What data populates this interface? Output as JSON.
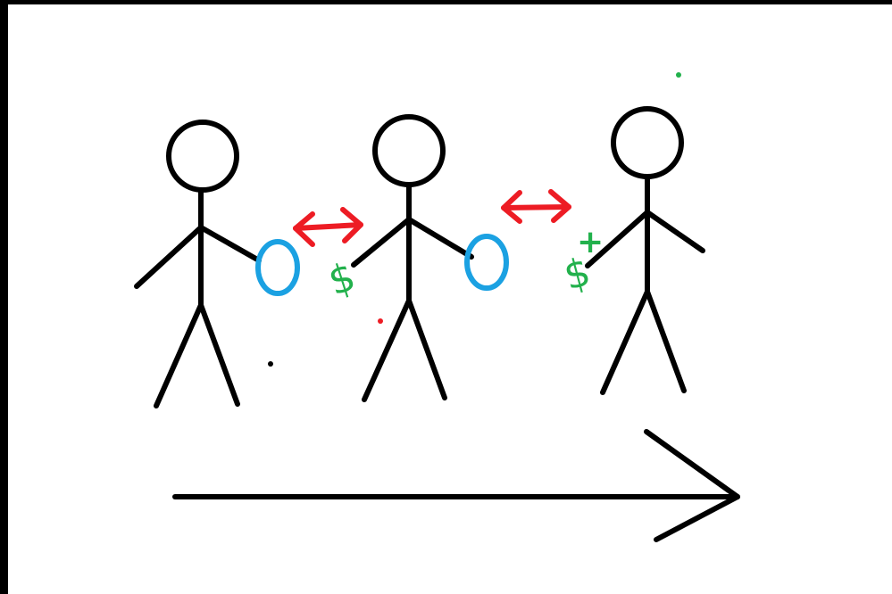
{
  "figures": [
    {
      "id": "person-1",
      "holds": "coin"
    },
    {
      "id": "person-2",
      "holds": "money-and-coin"
    },
    {
      "id": "person-3",
      "holds": "money"
    }
  ],
  "symbols": {
    "money": "$",
    "plus": "+"
  },
  "colors": {
    "ink": "#000000",
    "coin": "#1ba1e2",
    "exchange_arrow": "#ed1c24",
    "money": "#22b14c",
    "background": "#ffffff",
    "frame": "#000000"
  },
  "icons": [
    "stick-figure",
    "coin-icon",
    "dollar-sign-icon",
    "double-arrow-icon",
    "right-arrow-icon"
  ]
}
